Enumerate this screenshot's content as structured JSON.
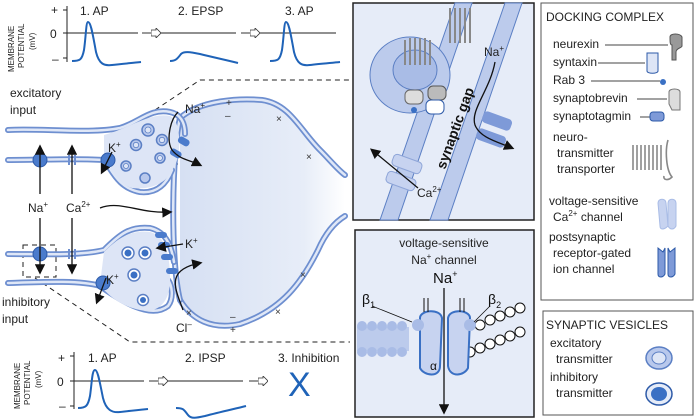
{
  "top_panel": {
    "y_axis_label_1": "MEMBRANE",
    "y_axis_label_2": "POTENTIAL",
    "y_axis_label_3": "(mV)",
    "tick_plus": "+",
    "tick_zero": "0",
    "tick_minus": "–",
    "steps": [
      "1. AP",
      "2. EPSP",
      "3. AP"
    ]
  },
  "bottom_panel": {
    "y_axis_label_1": "MEMBRANE",
    "y_axis_label_2": "POTENTIAL",
    "y_axis_label_3": "(mV)",
    "tick_plus": "+",
    "tick_zero": "0",
    "tick_minus": "–",
    "steps": [
      "1. AP",
      "2. IPSP",
      "3. Inhibition"
    ],
    "inhibition_mark": "X"
  },
  "neuron": {
    "excitatory_input_1": "excitatory",
    "excitatory_input_2": "input",
    "inhibitory_input_1": "inhibitory",
    "inhibitory_input_2": "input",
    "ions": {
      "na": "Na",
      "ca": "Ca",
      "k": "K",
      "cl": "Cl",
      "plus": "+",
      "two_plus": "2+",
      "minus": "–"
    },
    "charges": {
      "plus": "+",
      "minus": "–",
      "cross": "×"
    }
  },
  "synapse_inset": {
    "gap_label": "synaptic gap",
    "na": "Na",
    "ca": "Ca",
    "plus": "+",
    "two_plus": "2+"
  },
  "channel_inset": {
    "title_1": "voltage-sensitive",
    "title_2": "Na",
    "title_2b": "channel",
    "sup_plus": "+",
    "ion": "Na",
    "beta1": "β",
    "beta1_sub": "1",
    "beta2": "β",
    "beta2_sub": "2",
    "alpha": "α"
  },
  "legend_docking": {
    "title": "DOCKING COMPLEX",
    "items": [
      "neurexin",
      "syntaxin",
      "Rab 3",
      "synaptobrevin",
      "synaptotagmin"
    ],
    "transporter_1": "neuro-",
    "transporter_2": "transmitter",
    "transporter_3": "transporter",
    "ca_channel_1": "voltage-sensitive",
    "ca_channel_2": "Ca",
    "ca_channel_sup": "2+",
    "ca_channel_3": "channel",
    "receptor_1": "postsynaptic",
    "receptor_2": "receptor-gated",
    "receptor_3": "ion channel"
  },
  "legend_vesicles": {
    "title": "SYNAPTIC VESICLES",
    "excitatory_1": "excitatory",
    "excitatory_2": "transmitter",
    "inhibitory_1": "inhibitory",
    "inhibitory_2": "transmitter"
  },
  "colors": {
    "membrane": "#6e8fd0",
    "trace": "#1f63b8",
    "fill_light": "#e6ecf8",
    "grey_protein": "#8a8a8a"
  }
}
